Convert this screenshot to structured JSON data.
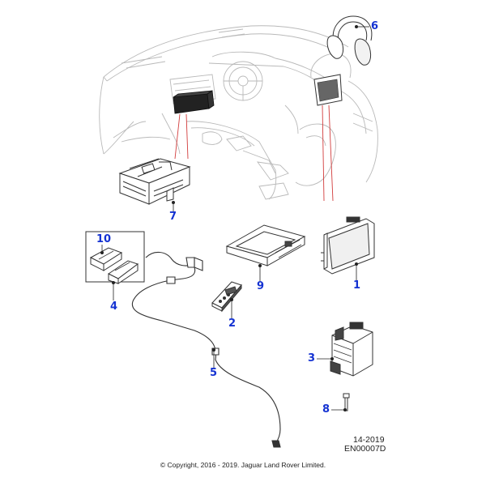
{
  "callouts": [
    {
      "id": "callout-1",
      "number": "1"
    },
    {
      "id": "callout-2",
      "number": "2"
    },
    {
      "id": "callout-3",
      "number": "3"
    },
    {
      "id": "callout-4",
      "number": "4"
    },
    {
      "id": "callout-5",
      "number": "5"
    },
    {
      "id": "callout-6",
      "number": "6"
    },
    {
      "id": "callout-7",
      "number": "7"
    },
    {
      "id": "callout-8",
      "number": "8"
    },
    {
      "id": "callout-9",
      "number": "9"
    },
    {
      "id": "callout-10",
      "number": "10"
    }
  ],
  "reference": {
    "year_code": "14-2019",
    "drawing_id": "EN00007D"
  },
  "copyright": "© Copyright, 2016 - 2019. Jaguar Land Rover Limited.",
  "colors": {
    "callout_text": "#1432d2",
    "leader_line": "#d23c3c",
    "line_art": "#333333",
    "faint_art": "#b9b9b9"
  }
}
